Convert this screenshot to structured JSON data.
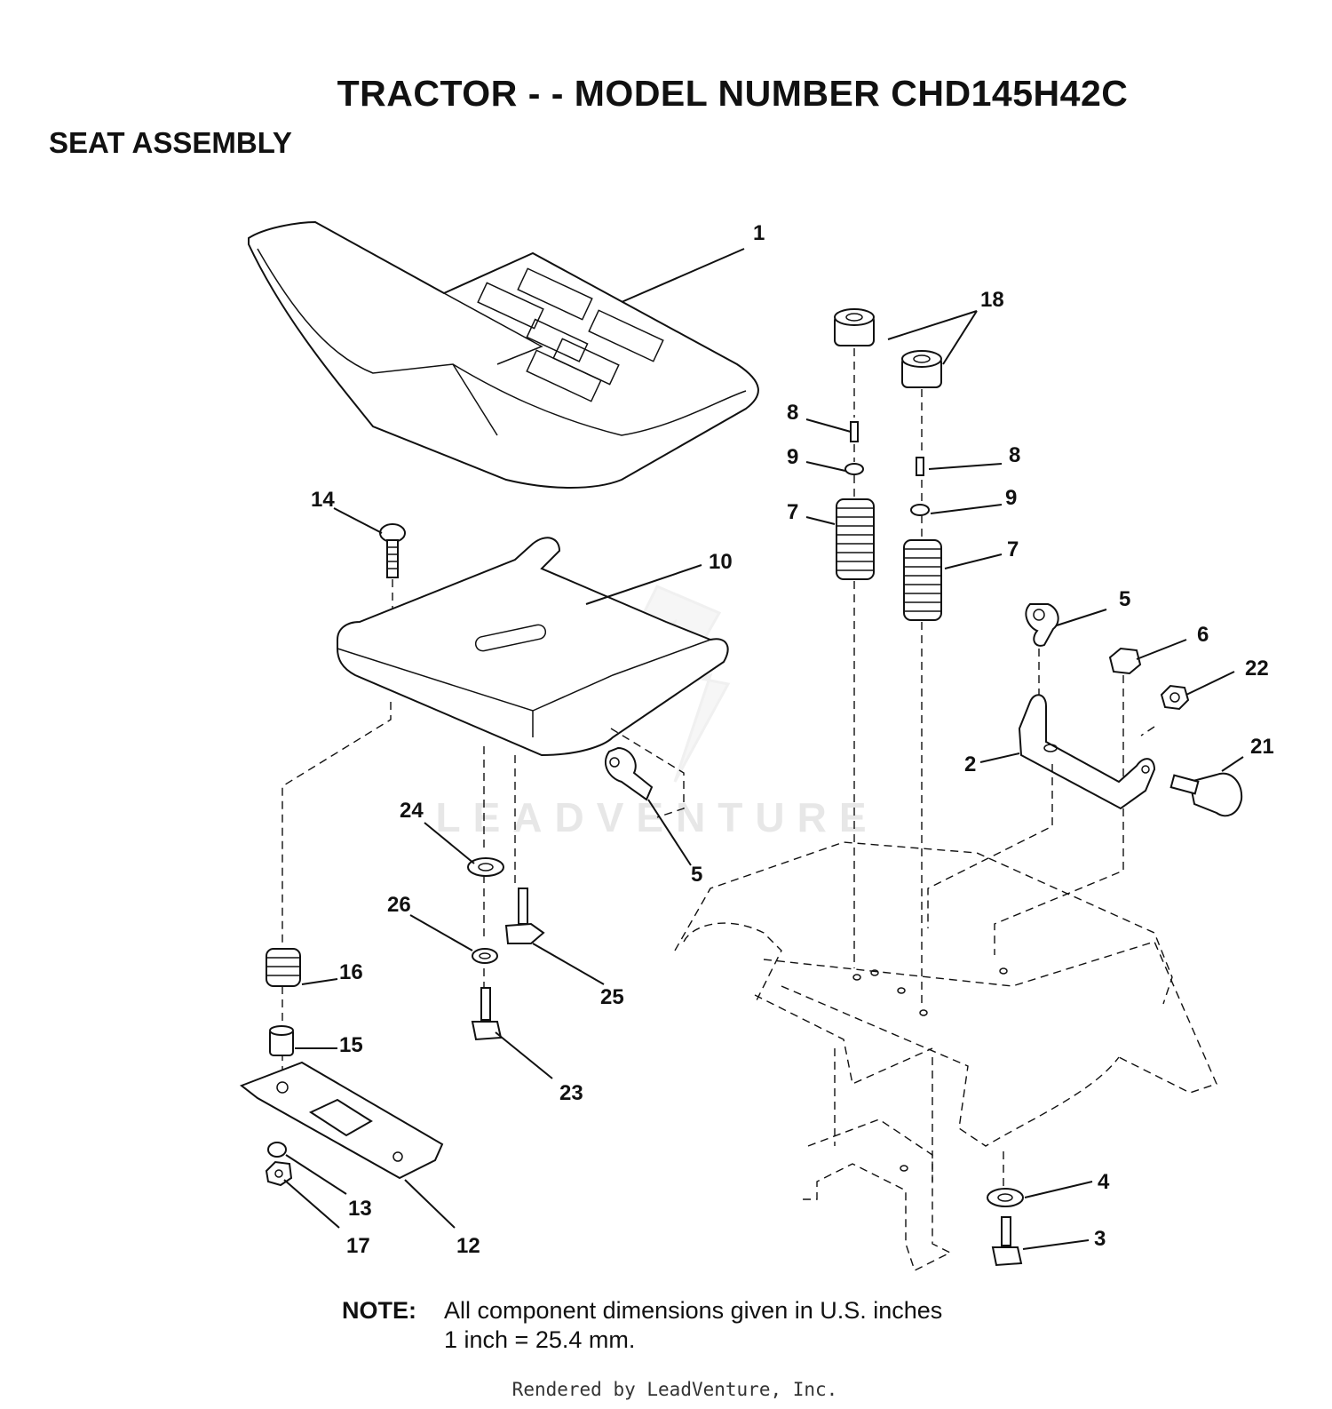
{
  "title": "TRACTOR - - MODEL NUMBER CHD145H42C",
  "subtitle": "SEAT ASSEMBLY",
  "watermark": "LEADVENTURE",
  "callouts": {
    "c1": "1",
    "c18": "18",
    "c8a": "8",
    "c8b": "8",
    "c9a": "9",
    "c9b": "9",
    "c7a": "7",
    "c7b": "7",
    "c14": "14",
    "c10": "10",
    "c5a": "5",
    "c6": "6",
    "c22": "22",
    "c2": "2",
    "c21": "21",
    "c24": "24",
    "c5b": "5",
    "c26": "26",
    "c25": "25",
    "c16": "16",
    "c15": "15",
    "c23": "23",
    "c13": "13",
    "c12": "12",
    "c17": "17",
    "c4": "4",
    "c3": "3"
  },
  "note": {
    "label": "NOTE:",
    "line1": "All component dimensions given in U.S. inches",
    "line2": "1 inch = 25.4 mm."
  },
  "footer": "Rendered by LeadVenture, Inc."
}
